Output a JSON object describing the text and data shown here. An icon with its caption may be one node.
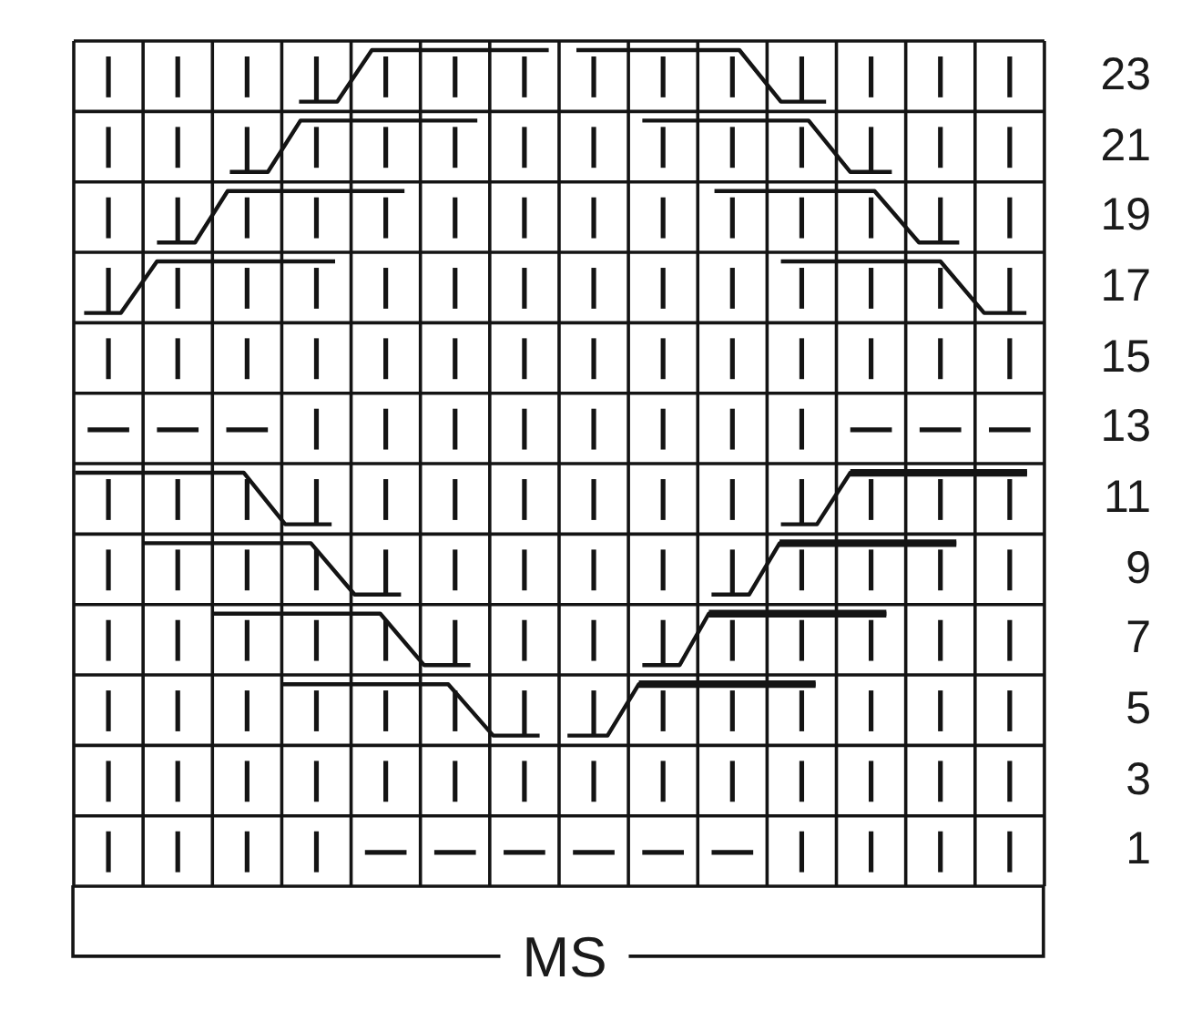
{
  "diagram": {
    "labels": [
      "23",
      "21",
      "19",
      "17",
      "15",
      "13",
      "11",
      "9",
      "7",
      "5",
      "3",
      "1",
      "MS"
    ]
  }
}
